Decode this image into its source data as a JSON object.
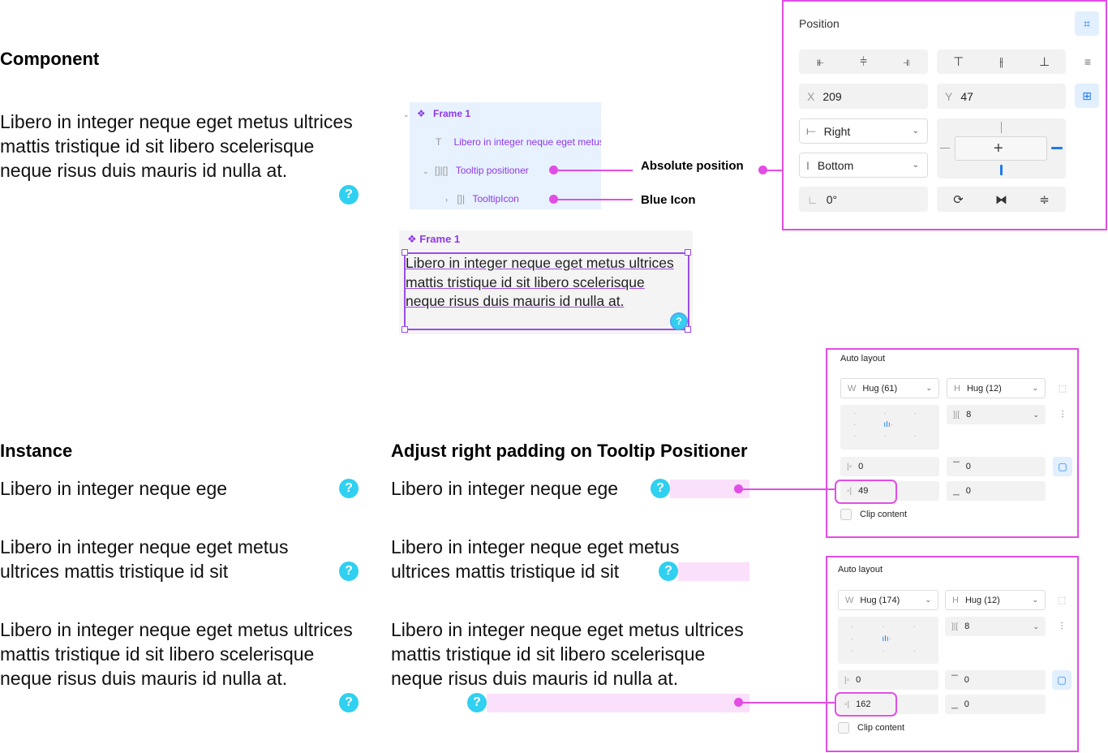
{
  "left": {
    "component_heading": "Component",
    "component_para": "Libero in integer neque eget metus ultrices mattis tristique id sit libero scelerisque neque risus duis mauris id nulla at.",
    "instance_heading": "Instance",
    "instance_1": "Libero in integer neque ege",
    "instance_2": "Libero in integer neque eget metus ultrices mattis tristique id sit",
    "instance_3": "Libero in integer neque eget metus ultrices mattis tristique id sit libero scelerisque neque risus duis mauris id nulla at."
  },
  "tooltip_glyph": "?",
  "layers": {
    "frame": "Frame 1",
    "text_layer": "Libero in integer neque eget metus",
    "positioner": "Tooltip positioner",
    "icon": "TooltipIcon"
  },
  "callouts": {
    "absolute": "Absolute position",
    "blue_icon": "Blue Icon"
  },
  "preview": {
    "frame": "Frame 1",
    "text": "Libero in integer neque eget metus ultrices mattis tristique id sit libero scelerisque neque risus duis mauris id nulla at."
  },
  "position_panel": {
    "title": "Position",
    "x_label": "X",
    "x_value": "209",
    "y_label": "Y",
    "y_value": "47",
    "h_constraint": "Right",
    "v_constraint": "Bottom",
    "rotation": "0°"
  },
  "adjust": {
    "heading": "Adjust right padding on Tooltip Positioner",
    "row_1": "Libero in integer neque ege",
    "row_2": "Libero in integer neque eget metus ultrices mattis tristique id sit",
    "row_3": "Libero in integer neque eget metus ultrices mattis tristique id sit libero scelerisque neque risus duis mauris id nulla at."
  },
  "auto_layout_1": {
    "title": "Auto layout",
    "w_label": "W",
    "w_value": "Hug (61)",
    "h_label": "H",
    "h_value": "Hug (12)",
    "gap": "8",
    "pad_left": "0",
    "pad_top": "0",
    "pad_right": "49",
    "pad_bottom": "0",
    "clip": "Clip content"
  },
  "auto_layout_2": {
    "title": "Auto layout",
    "w_label": "W",
    "w_value": "Hug (174)",
    "h_label": "H",
    "h_value": "Hug (12)",
    "gap": "8",
    "pad_left": "0",
    "pad_top": "0",
    "pad_right": "162",
    "pad_bottom": "0",
    "clip": "Clip content"
  },
  "colors": {
    "accent_pink": "#e24de6",
    "tooltip_cyan": "#2fd0f0",
    "layer_purple": "#8f38e8",
    "blue": "#1e7de6"
  }
}
